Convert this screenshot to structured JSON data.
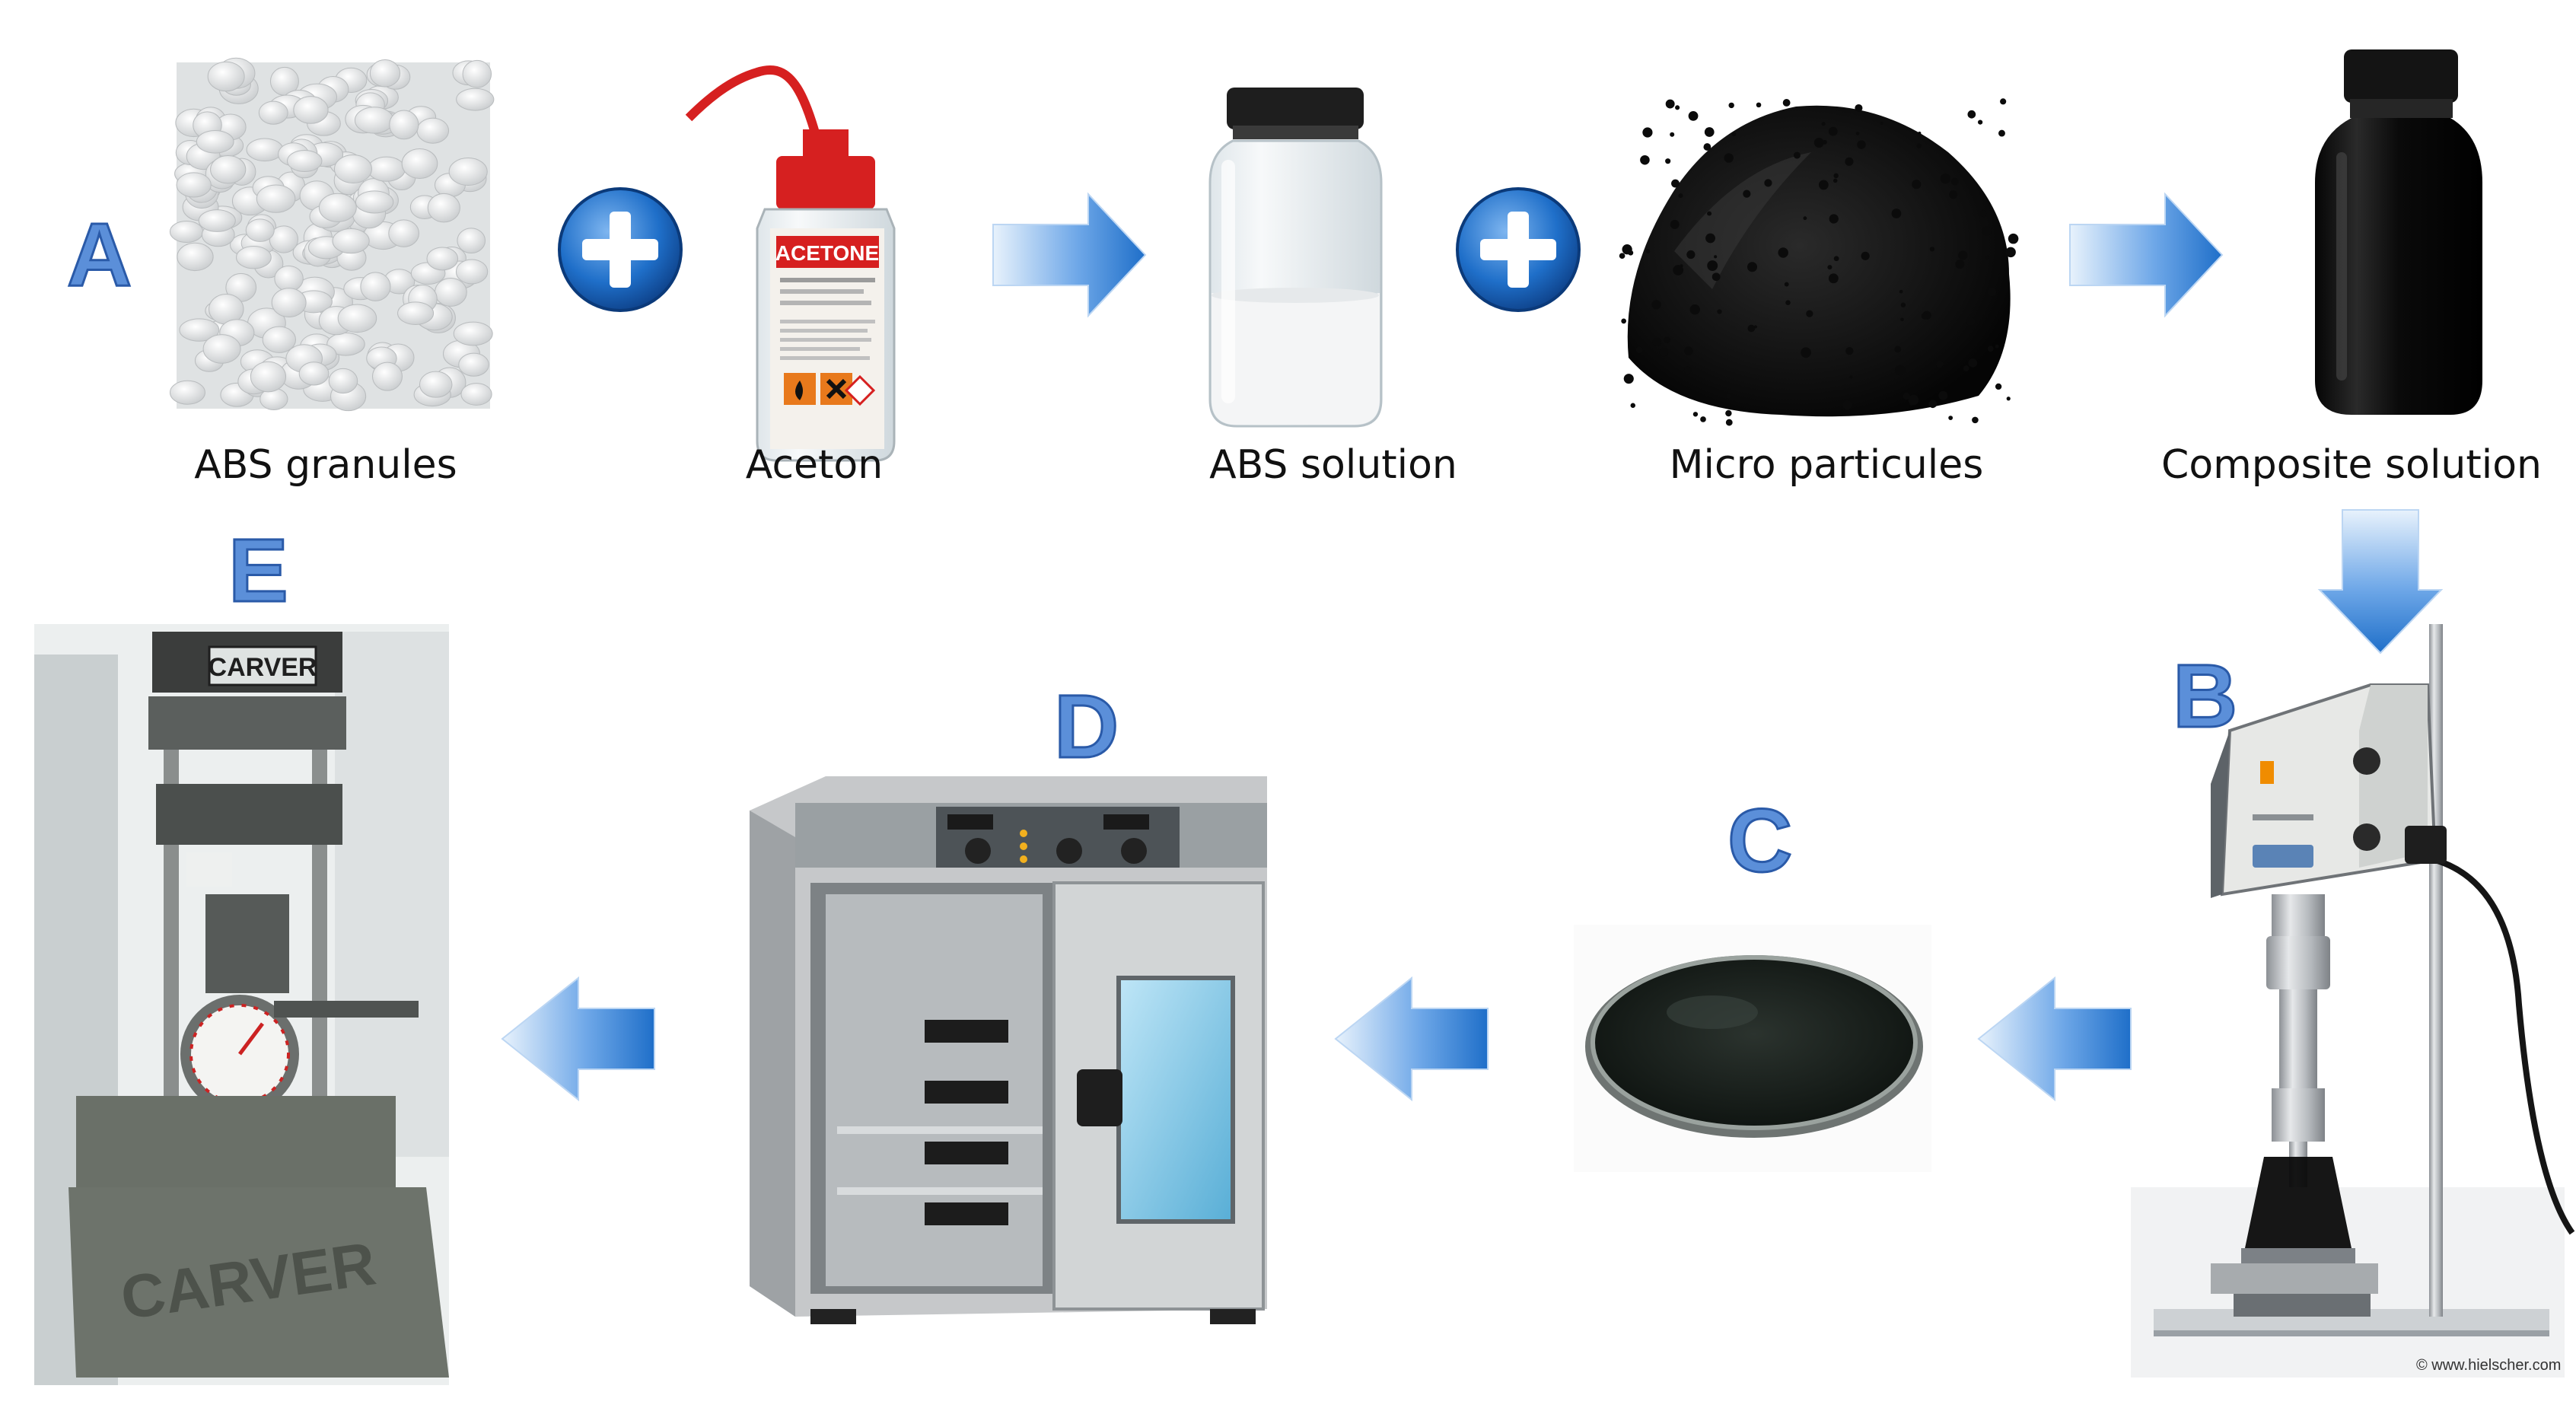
{
  "figure": {
    "step_labels": {
      "a": "A",
      "b": "B",
      "c": "C",
      "d": "D",
      "e": "E"
    },
    "captions": {
      "abs_granules": "ABS granules",
      "aceton": "Aceton",
      "abs_solution": "ABS solution",
      "micro_particules": "Micro particules",
      "composite_solution": "Composite solution"
    },
    "bottle_label": "ACETONE",
    "brand_label": "CARVER",
    "press_base_label": "CARVER",
    "credit": "© www.hielscher.com"
  },
  "colors": {
    "arrow_blue": "#2e7fd6",
    "step_letter_blue": "#5b8fd9",
    "plus_blue": "#1f6fc9",
    "bottle_cap_red": "#d62020",
    "press_gray": "#6a7068"
  }
}
